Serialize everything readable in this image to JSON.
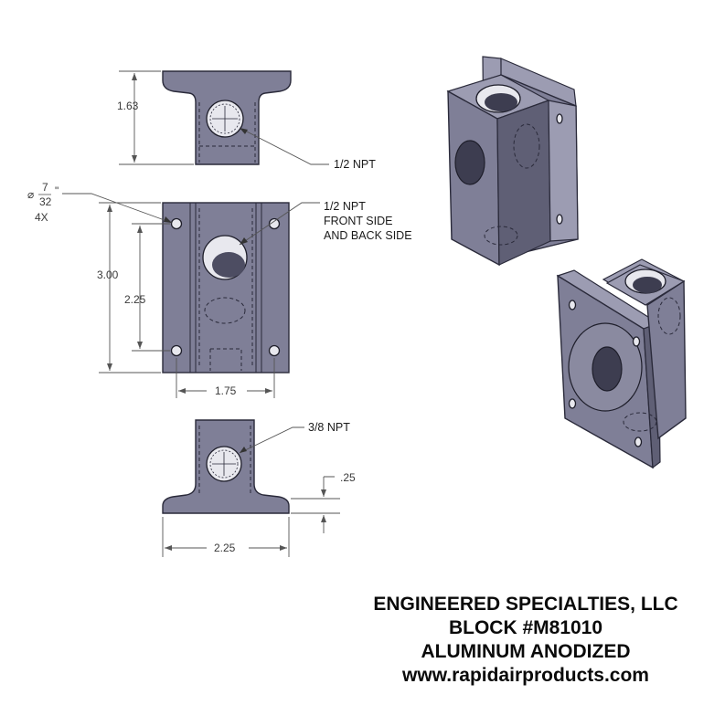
{
  "views": {
    "top": {
      "height_dim": "1.63",
      "callout": "1/2 NPT"
    },
    "front": {
      "hole_dia_symbol": "⌀",
      "hole_dia_num": "7",
      "hole_dia_den": "32",
      "hole_dia_unit": "\"",
      "hole_qty": "4X",
      "callout_line1": "1/2 NPT",
      "callout_line2": "FRONT SIDE",
      "callout_line3": "AND BACK SIDE",
      "height_dim": "3.00",
      "hole_spacing_vert": "2.25",
      "hole_spacing_horiz": "1.75"
    },
    "bottom": {
      "callout": "3/8 NPT",
      "flange_dim": ".25",
      "width_dim": "2.25"
    }
  },
  "title_block": {
    "line1": "ENGINEERED SPECIALTIES, LLC",
    "line2": "BLOCK #M81010",
    "line3": "ALUMINUM ANODIZED",
    "line4": "www.rapidairproducts.com"
  }
}
